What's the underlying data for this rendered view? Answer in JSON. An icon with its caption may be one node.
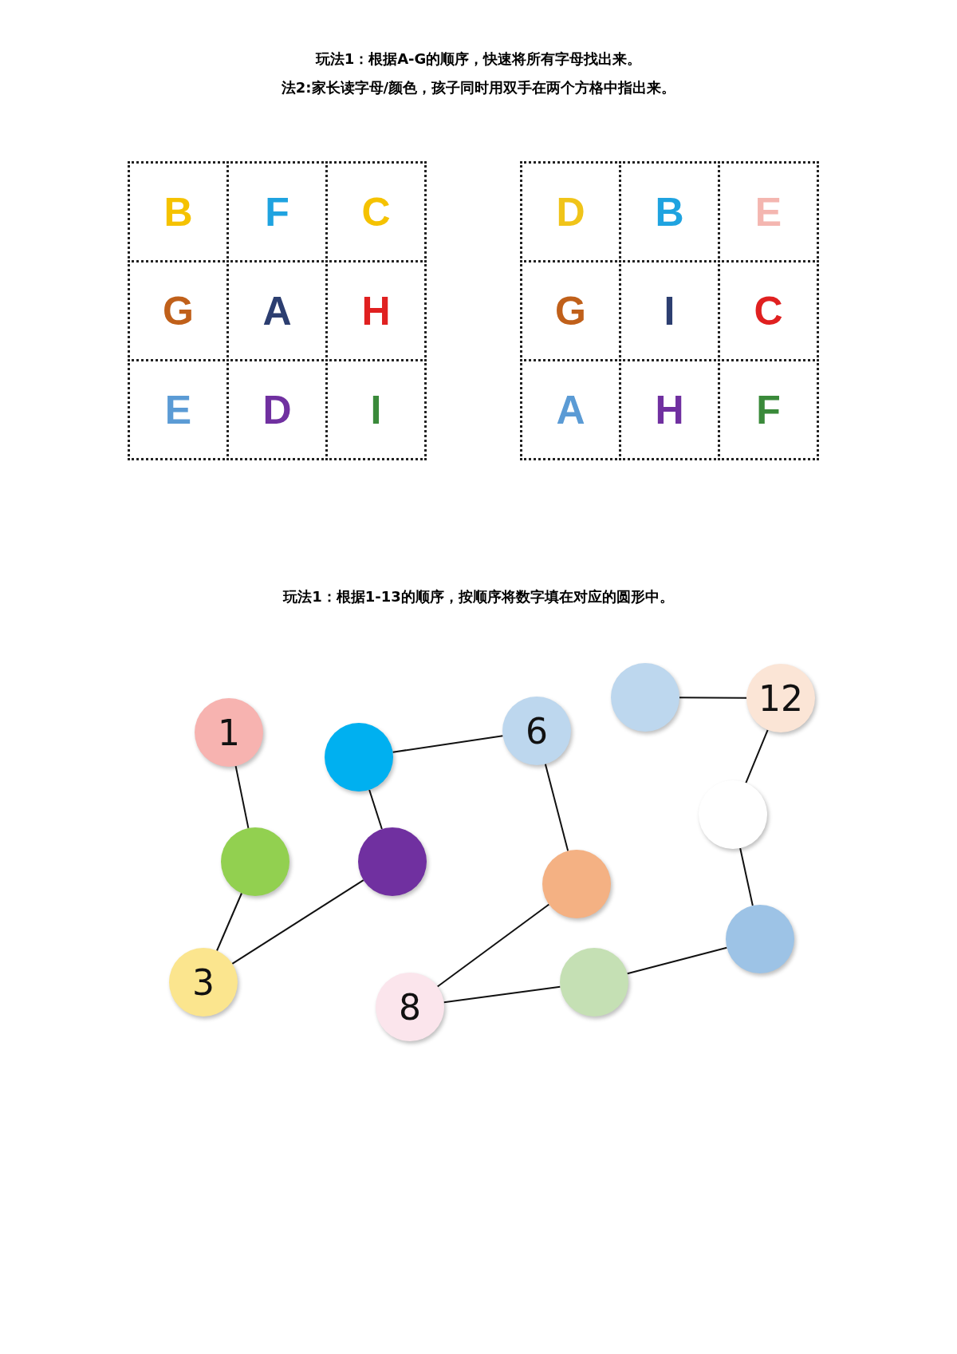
{
  "diagram": {
    "nodes": [
      {
        "text": [
          "B"
        ]
      },
      {
        "text": [
          "F"
        ]
      },
      {
        "text": [
          "C"
        ]
      },
      {
        "text": [
          "G"
        ]
      },
      {
        "text": [
          "A"
        ]
      },
      {
        "text": [
          "H"
        ]
      },
      {
        "text": [
          "E"
        ]
      },
      {
        "text": [
          "D"
        ]
      },
      {
        "text": [
          "I"
        ]
      },
      {
        "text": [
          "D"
        ]
      },
      {
        "text": [
          "B"
        ]
      },
      {
        "text": [
          "E"
        ]
      },
      {
        "text": [
          "G"
        ]
      },
      {
        "text": [
          "I"
        ]
      },
      {
        "text": [
          "C"
        ]
      },
      {
        "text": [
          "A"
        ]
      },
      {
        "text": [
          "H"
        ]
      },
      {
        "text": [
          "F"
        ]
      },
      {
        "text": [
          "1"
        ]
      },
      {
        "text": [],
        "shape": "circle"
      },
      {
        "text": [
          "3"
        ]
      },
      {
        "text": [],
        "shape": "circle"
      },
      {
        "text": [],
        "shape": "circle"
      },
      {
        "text": [
          "6"
        ]
      },
      {
        "text": [],
        "shape": "circle"
      },
      {
        "text": [
          "8"
        ]
      },
      {
        "text": [],
        "shape": "circle"
      },
      {
        "text": [],
        "shape": "circle"
      },
      {
        "text": [],
        "shape": "circle"
      },
      {
        "text": [
          "12"
        ]
      },
      {
        "text": [],
        "shape": "circle"
      }
    ],
    "edges": [
      {
        "from": 18,
        "to": 19,
        "arrow": "none"
      },
      {
        "from": 19,
        "to": 20,
        "arrow": "none"
      },
      {
        "from": 20,
        "to": 21,
        "arrow": "none"
      },
      {
        "from": 21,
        "to": 22,
        "arrow": "none"
      },
      {
        "from": 22,
        "to": 23,
        "arrow": "none"
      },
      {
        "from": 23,
        "to": 24,
        "arrow": "none"
      },
      {
        "from": 24,
        "to": 25,
        "arrow": "none"
      },
      {
        "from": 25,
        "to": 26,
        "arrow": "none"
      },
      {
        "from": 26,
        "to": 27,
        "arrow": "none"
      },
      {
        "from": 27,
        "to": 28,
        "arrow": "none"
      },
      {
        "from": 28,
        "to": 29,
        "arrow": "none"
      },
      {
        "from": 29,
        "to": 30,
        "arrow": "none"
      }
    ],
    "labels": [
      "玩法1：根据A-G的顺序，快速将所有字母找出来。",
      "法2:家长读字母/颜色，孩子同时用双手在两个方格中指出来。",
      "玩法1：根据1-13的顺序，按顺序将数字填在对应的圆形中。"
    ]
  }
}
